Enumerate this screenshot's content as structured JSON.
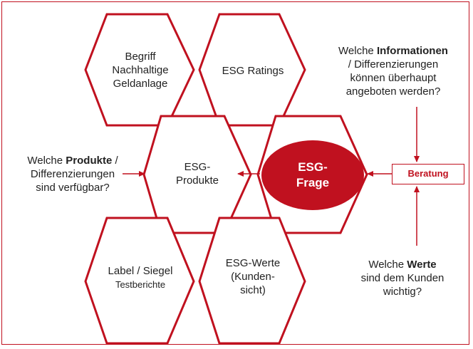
{
  "colors": {
    "accent": "#c0111f",
    "text": "#222222",
    "center_fill": "#c0111f"
  },
  "hexagons": {
    "begriff": {
      "lines": [
        "Begriff",
        "Nachhaltige",
        "Geldanlage"
      ]
    },
    "ratings": {
      "lines": [
        "ESG Ratings"
      ]
    },
    "produkte": {
      "lines": [
        "ESG-",
        "Produkte"
      ]
    },
    "frage": {
      "lines": [
        "ESG-",
        "Frage"
      ]
    },
    "label": {
      "line1": "Label / Siegel",
      "line2": "Testberichte"
    },
    "werte": {
      "lines": [
        "ESG-Werte",
        "(Kunden-",
        "sicht)"
      ]
    }
  },
  "beratung": "Beratung",
  "annotations": {
    "informationen": {
      "pre": "Welche ",
      "bold": "Informationen",
      "rest": [
        "/ Differenzierungen",
        "können überhaupt",
        "angeboten werden?"
      ]
    },
    "produkte": {
      "pre": "Welche ",
      "bold": "Produkte",
      "post": " /",
      "rest": [
        "Differenzierungen",
        "sind verfügbar?"
      ]
    },
    "werte": {
      "pre": "Welche ",
      "bold": "Werte",
      "rest": [
        "sind dem Kunden",
        "wichtig?"
      ]
    }
  }
}
